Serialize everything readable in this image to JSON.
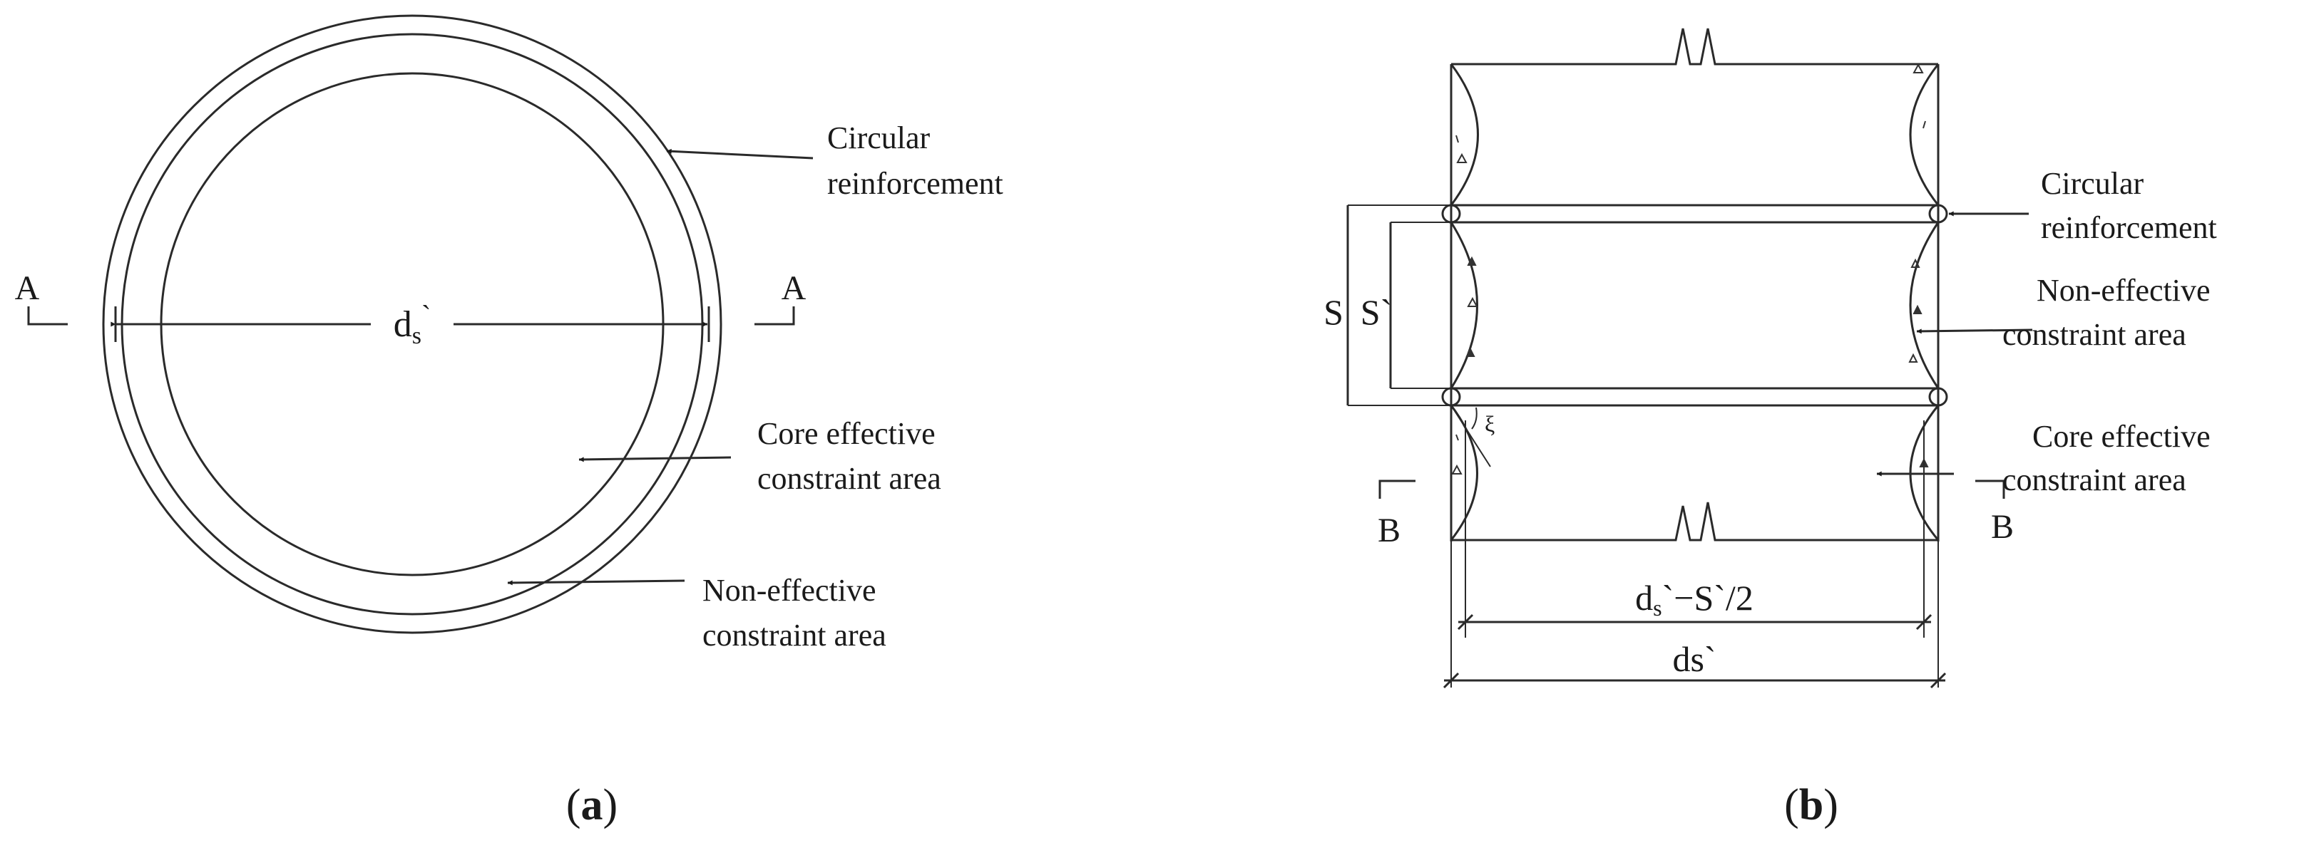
{
  "figure_a": {
    "section_left": "A",
    "section_right": "A",
    "dim_main": "d",
    "dim_sub": "s",
    "dim_mark": "`",
    "labels": {
      "circular_line1": "Circular",
      "circular_line2": "reinforcement",
      "core_line1": "Core effective",
      "core_line2": "constraint area",
      "noneff_line1": "Non-effective",
      "noneff_line2": "constraint area"
    },
    "caption": {
      "open": "(",
      "letter": "a",
      "close": ")"
    }
  },
  "figure_b": {
    "dim_S": "S",
    "dim_S_prime": "S`",
    "angle_symbol": "ξ",
    "section_left": "B",
    "section_right": "B",
    "dim_inner_main": "d",
    "dim_inner_sub": "s",
    "dim_inner_rest": "`−S`/2",
    "dim_outer": "ds`",
    "labels": {
      "circular_line1": "Circular",
      "circular_line2": "reinforcement",
      "noneff_line1": "Non-effective",
      "noneff_line2": "constraint area",
      "core_line1": "Core effective",
      "core_line2": "constraint area"
    },
    "caption": {
      "open": "(",
      "letter": "b",
      "close": ")"
    }
  }
}
